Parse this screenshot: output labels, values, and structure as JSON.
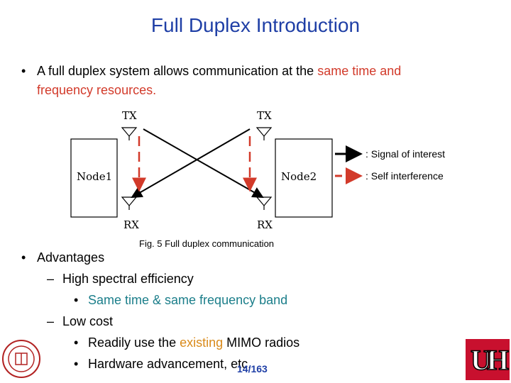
{
  "title": "Full Duplex Introduction",
  "intro": {
    "prefix": "A full duplex system allows communication at the ",
    "highlight_line1": "same time and",
    "highlight_line2": "frequency resources."
  },
  "diagram": {
    "tx_label": "TX",
    "rx_label": "RX",
    "node1_label": "Node1",
    "node2_label": "Node2",
    "legend_signal": ": Signal of interest",
    "legend_self": ": Self interference",
    "caption": "Fig. 5 Full duplex communication"
  },
  "advantages": {
    "heading": "Advantages",
    "items": [
      {
        "label": "High spectral efficiency",
        "sub": [
          {
            "text": "Same time & same frequency band"
          }
        ]
      },
      {
        "label": "Low cost",
        "sub": [
          {
            "before": "Readily use the ",
            "highlight": "existing",
            "after": " MIMO radios"
          },
          {
            "text": "Hardware advancement, etc."
          }
        ]
      }
    ]
  },
  "page_number": "14/163",
  "logo_right_text": "UH",
  "colors": {
    "title": "#1f3fa6",
    "highlight_red": "#d23a2a",
    "highlight_teal": "#1b7e8a",
    "highlight_orange": "#d98a1a"
  }
}
